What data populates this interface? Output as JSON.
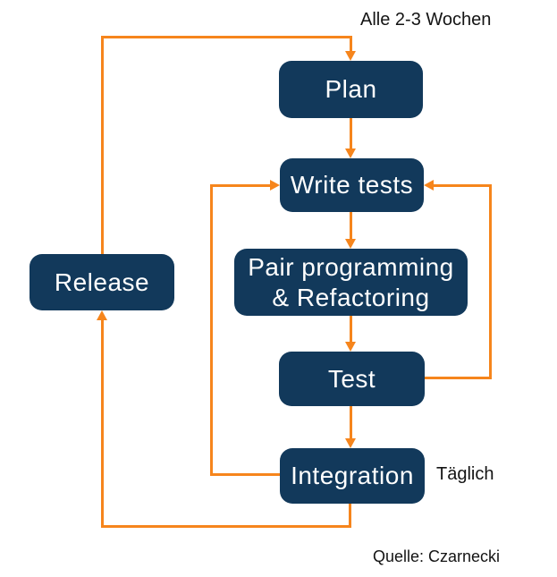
{
  "title": "Agile XP development cycle flowchart",
  "colors": {
    "node_fill": "#12395b",
    "node_text": "#ffffff",
    "arrow": "#f6851c",
    "label_text": "#141414",
    "background": "#ffffff"
  },
  "nodes": {
    "plan": {
      "label": "Plan"
    },
    "write_tests": {
      "label": "Write tests"
    },
    "pair_programming": {
      "label_line1": "Pair programming",
      "label_line2": "& Refactoring"
    },
    "test": {
      "label": "Test"
    },
    "integration": {
      "label": "Integration"
    },
    "release": {
      "label": "Release"
    }
  },
  "annotations": {
    "cycle_label": "Alle 2-3 Wochen",
    "daily_label": "Täglich",
    "source_label": "Quelle: Czarnecki"
  },
  "edges": [
    {
      "from": "release",
      "to": "plan",
      "note": "Alle 2-3 Wochen"
    },
    {
      "from": "plan",
      "to": "write_tests"
    },
    {
      "from": "write_tests",
      "to": "pair_programming"
    },
    {
      "from": "pair_programming",
      "to": "test"
    },
    {
      "from": "test",
      "to": "write_tests"
    },
    {
      "from": "test",
      "to": "integration"
    },
    {
      "from": "integration",
      "to": "write_tests"
    },
    {
      "from": "integration",
      "to": "release",
      "note": "Täglich"
    }
  ]
}
